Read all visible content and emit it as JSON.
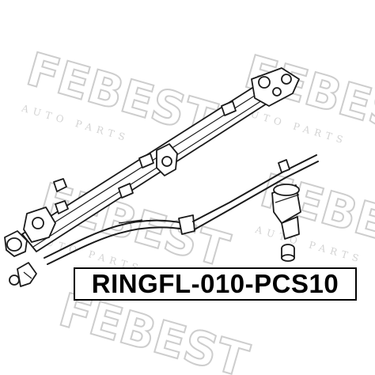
{
  "watermark": {
    "brand": "FEBEST",
    "tagline": "AUTO PARTS"
  },
  "part": {
    "code": "RINGFL-010-PCS10"
  },
  "colors": {
    "line": "#1a1a1a",
    "watermark": "#c8c8c8",
    "background": "#ffffff"
  }
}
